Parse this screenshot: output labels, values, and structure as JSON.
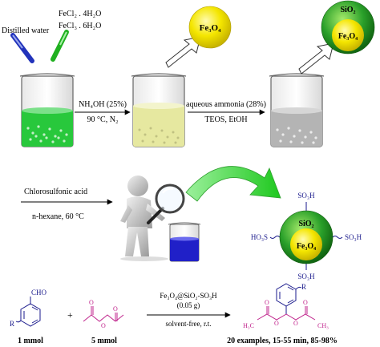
{
  "step1": {
    "water_label": "Distilled water",
    "fecl2_label": "FeCl₂ . 4H₂O",
    "fecl3_label": "FeCl₃ . 6H₂O",
    "arrow_top": "NH₄OH (25%)",
    "arrow_bottom": "90 °C, N₂",
    "product_label": "Fe₃O₄"
  },
  "step2": {
    "arrow_top": "aqueous ammonia (28%)",
    "arrow_bottom": "TEOS, EtOH",
    "shell_label": "SiO₂",
    "core_label": "Fe₃O₄"
  },
  "step3": {
    "reagent": "Chlorosulfonic acid",
    "conditions": "n-hexane, 60 °C",
    "shell_label": "SiO₂",
    "core_label": "Fe₃O₄",
    "so3h_top": "SO₃H",
    "so3h_bottom": "SO₃H",
    "hso3_left": "HO₃S",
    "so3h_right": "SO₃H"
  },
  "reaction": {
    "aldehyde_group": "CHO",
    "r_label": "R",
    "plus": "+",
    "catalyst": "Fe₃O₄@SiO₂-SO₃H",
    "catalyst_amount": "(0.05 g)",
    "conditions": "solvent-free, r.t.",
    "product_r": "R",
    "ch3_left": "H₃C",
    "ch3_right": "CH₃",
    "amount_aldehyde": "1 mmol",
    "amount_anhydride": "5 mmol",
    "result": "20 examples, 15-55 min, 85-98%"
  },
  "colors": {
    "green_liquid": "#28c83c",
    "yellow_liquid": "#e6e8a0",
    "gray_liquid": "#b4b4b4",
    "blue_liquid": "#2020c8",
    "sphere_yellow": "#f4e600",
    "sphere_green": "#2aa02a",
    "magenta": "#c0248c",
    "navy": "#1a1a8c"
  }
}
